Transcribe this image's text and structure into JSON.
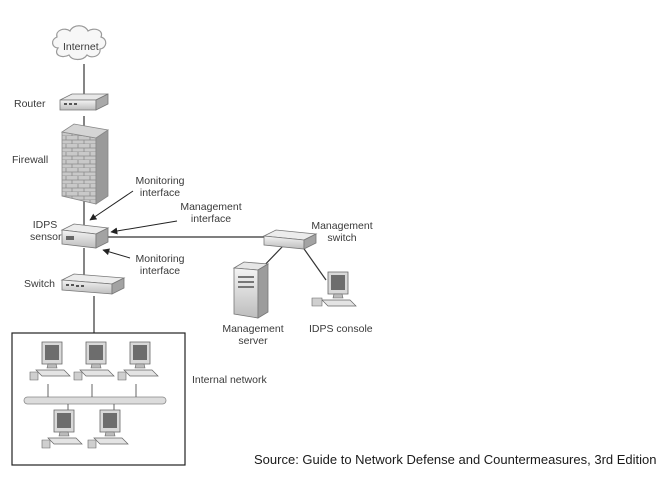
{
  "labels": {
    "internet": "Internet",
    "router": "Router",
    "firewall": "Firewall",
    "monitoring_interface_top": [
      "Monitoring",
      "interface"
    ],
    "management_interface": [
      "Management",
      "interface"
    ],
    "idps_sensor": [
      "IDPS",
      "sensor"
    ],
    "monitoring_interface_bottom": [
      "Monitoring",
      "interface"
    ],
    "switch": "Switch",
    "management_switch": [
      "Management",
      "switch"
    ],
    "management_server": [
      "Management",
      "server"
    ],
    "idps_console": "IDPS console",
    "internal_network": "Internal network"
  },
  "source": "Source: Guide to Network Defense and Countermeasures, 3rd Edition"
}
